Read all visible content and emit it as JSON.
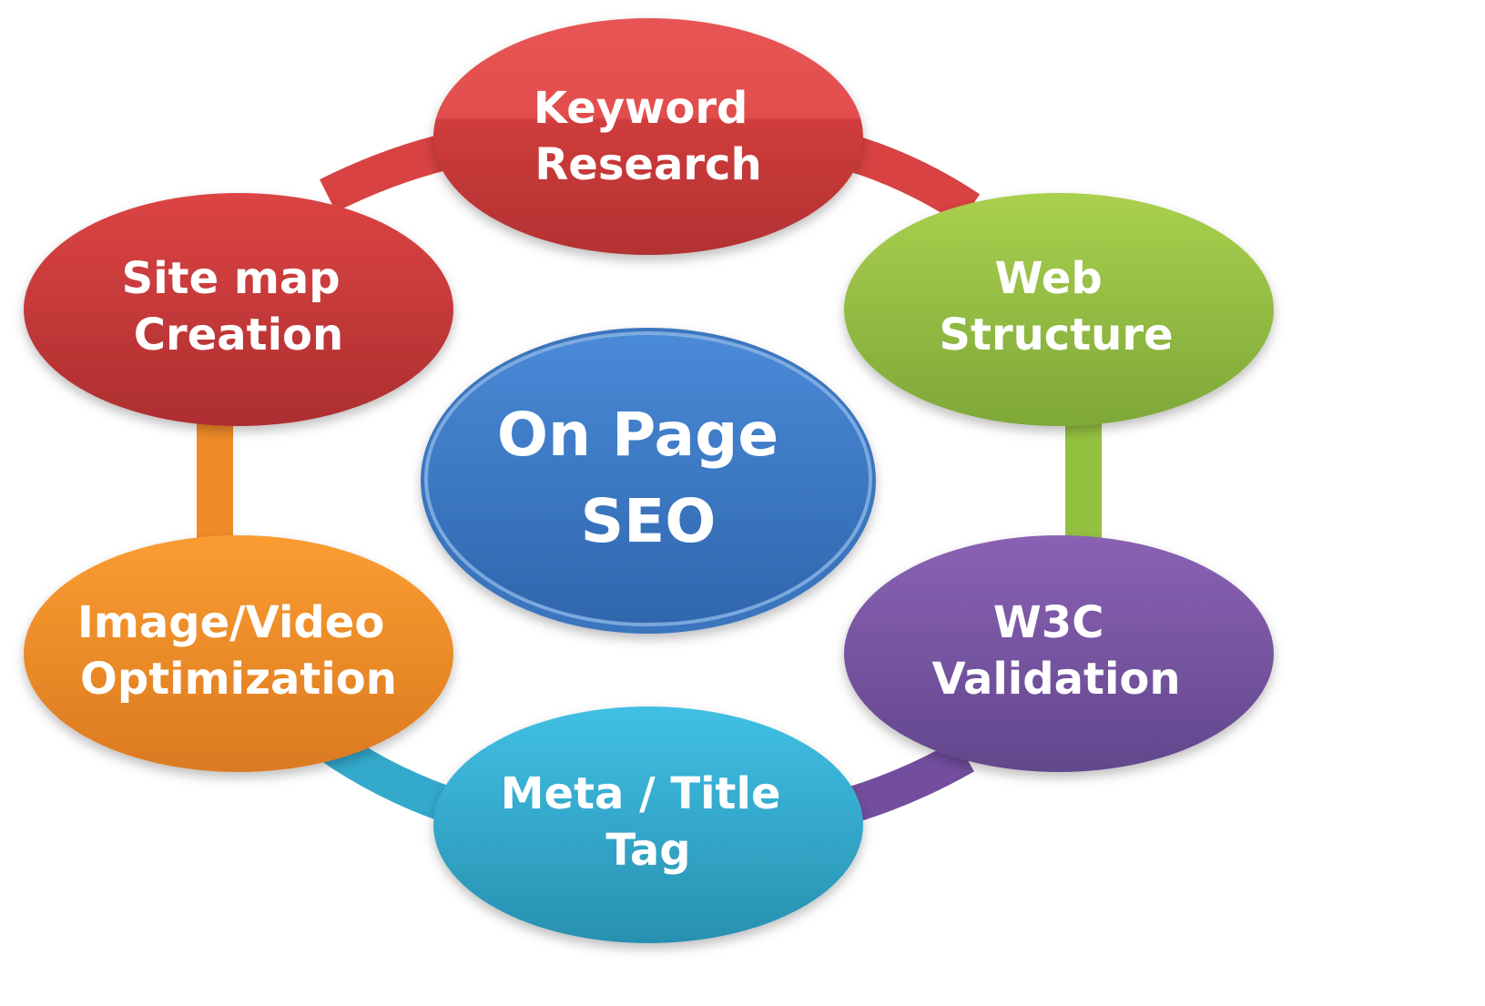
{
  "diagram": {
    "center": {
      "label_lines": [
        "On Page",
        "SEO"
      ],
      "color": "#3f7fcc",
      "color_dark": "#2f62a8"
    },
    "nodes": [
      {
        "id": "keyword-research",
        "label_lines": [
          "Keyword",
          "Research"
        ],
        "color": "#e04a4a",
        "color_dark": "#b83232"
      },
      {
        "id": "web-structure",
        "label_lines": [
          "Web",
          "Structure"
        ],
        "color": "#a3cc4a",
        "color_dark": "#7fa636"
      },
      {
        "id": "w3c-validation",
        "label_lines": [
          "W3C",
          "Validation"
        ],
        "color": "#8660b0",
        "color_dark": "#664a90"
      },
      {
        "id": "meta-title-tag",
        "label_lines": [
          "Meta / Title",
          "Tag"
        ],
        "color": "#3bbbe0",
        "color_dark": "#2a92b2"
      },
      {
        "id": "image-video-optimization",
        "label_lines": [
          "Image/Video",
          "Optimization"
        ],
        "color": "#f7962e",
        "color_dark": "#d77a20"
      },
      {
        "id": "site-map-creation",
        "label_lines": [
          "Site map",
          "Creation"
        ],
        "color": "#d63e3e",
        "color_dark": "#ae2e2e"
      }
    ]
  }
}
